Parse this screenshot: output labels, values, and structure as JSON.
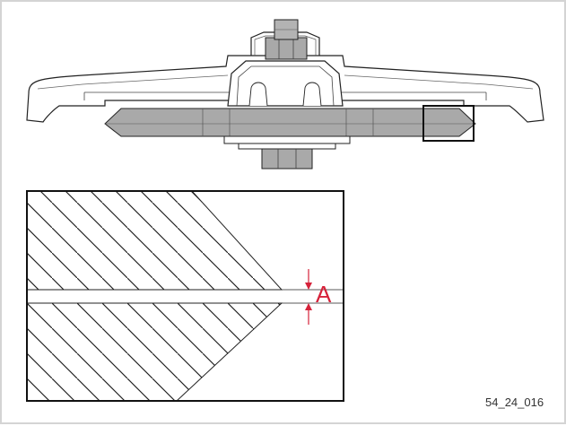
{
  "figure": {
    "dimension_label": "A",
    "reference_code": "54_24_016"
  },
  "colors": {
    "outline": "#222222",
    "blade_fill": "#a9a9a9",
    "dimension_marker": "#d6223a",
    "frame_border": "#d4d4d4"
  },
  "icons": [
    "blade-assembly-drawing",
    "blade-edge-detail-drawing",
    "dimension-arrow-icon"
  ]
}
